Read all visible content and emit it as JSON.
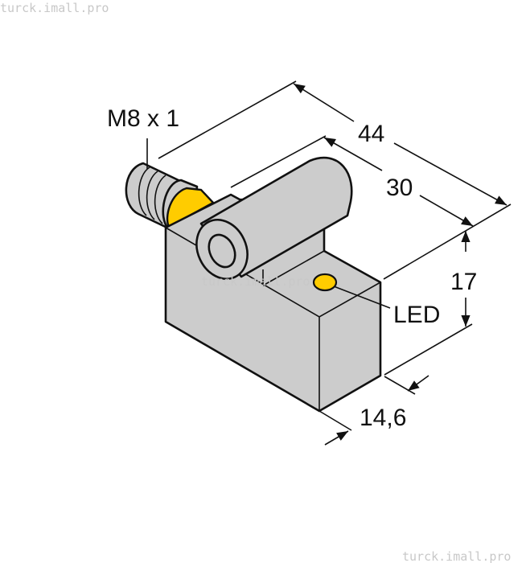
{
  "watermark": "turck.imall.pro",
  "labels": {
    "thread": "M8 x 1",
    "length_total": "44",
    "length_body": "30",
    "height": "17",
    "width": "14,6",
    "led": "LED"
  },
  "colors": {
    "body": "#cccccc",
    "accent": "#ffcc00",
    "line": "#111111"
  }
}
